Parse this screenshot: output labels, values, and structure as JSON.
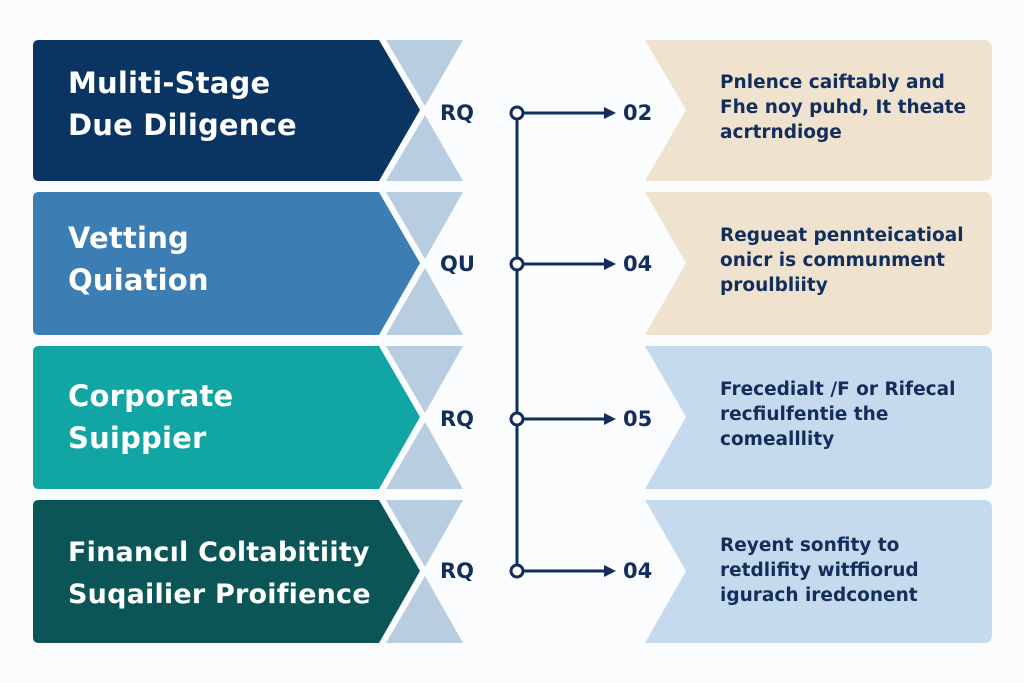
{
  "colors": {
    "stage1": "#0a3461",
    "stage2": "#3c7db4",
    "stage3": "#11a5a3",
    "stage4": "#0b5556",
    "connector_triangle": "#b8cde0",
    "connector_line": "#132e5c",
    "right_beige": "#efe3d0",
    "right_blue": "#c6daee",
    "text_dark": "#132e5c"
  },
  "stages": [
    {
      "title_lines": [
        "Muliti-Stage",
        "Due Diligence"
      ],
      "code": "RQ",
      "number": "02",
      "description_lines": [
        "Pnlence caiftably and",
        "Fhe noy puhd, It theate",
        "acrtrndioge"
      ],
      "panel_tone": "beige"
    },
    {
      "title_lines": [
        "Vetting",
        "Quiation"
      ],
      "code": "QU",
      "number": "04",
      "description_lines": [
        "Regueat pennteicatioal",
        "onicr is communment",
        "proulbliity"
      ],
      "panel_tone": "beige"
    },
    {
      "title_lines": [
        "Corporate",
        "Suippier"
      ],
      "code": "RQ",
      "number": "05",
      "description_lines": [
        "Frecedialt /F or Rifecal",
        "recfiulfentie the",
        "comealllity"
      ],
      "panel_tone": "blue"
    },
    {
      "title_lines": [
        "Financıl Coltabitiity",
        "Suqailier Proifience"
      ],
      "code": "RQ",
      "number": "04",
      "description_lines": [
        "Reyent sonfity to",
        "retdlifity witffiorud",
        "igurach iredconent"
      ],
      "panel_tone": "blue"
    }
  ]
}
